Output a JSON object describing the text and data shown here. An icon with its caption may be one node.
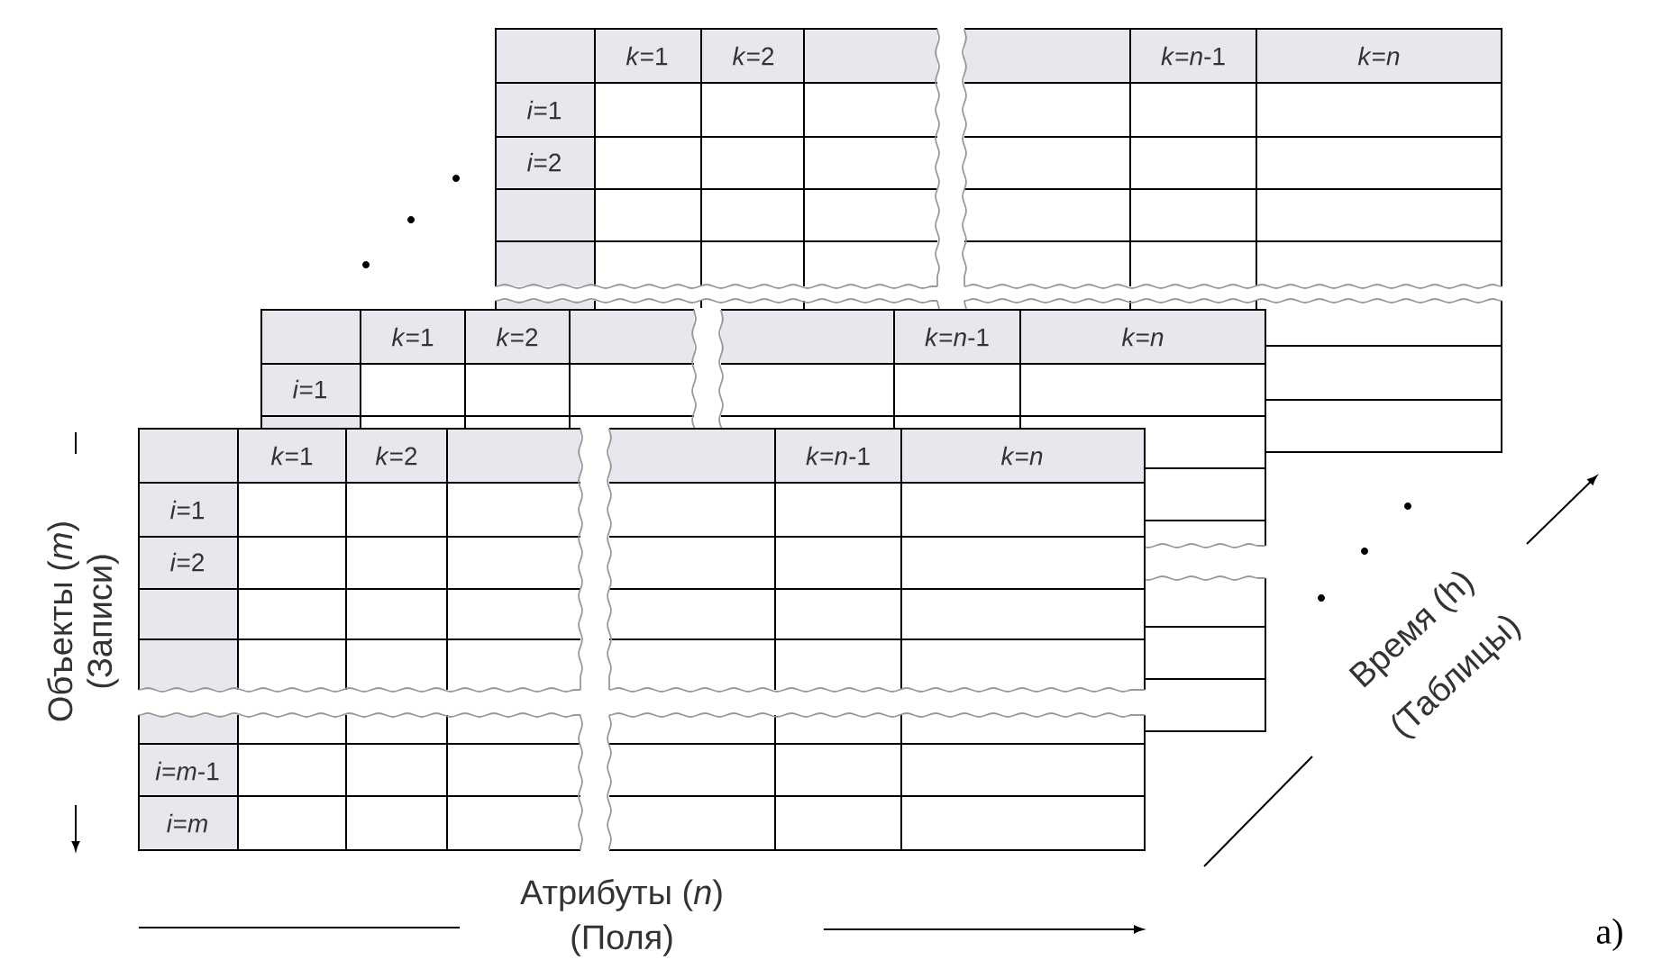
{
  "diagram": {
    "labels": [
      "*k*=1",
      "*k*=2",
      "*k*=*n*-1",
      "*k*=*n*",
      "*i*=1",
      "*i*=2",
      "*k*=1",
      "*k*=2",
      "*k*=*n*-1",
      "*k*=*n*",
      "*i*=1",
      "*k*=1",
      "*k*=2",
      "*k*=*n*-1",
      "*k*=*n*",
      "*i*=1",
      "*i*=2",
      "*i*=*m*-1",
      "*i*=*m*",
      "Объекты (*m*)",
      "(Записи)",
      "Атрибуты (*n*)",
      "(Поля)",
      "Время (h)",
      "(Таблицы)",
      "а)"
    ]
  }
}
